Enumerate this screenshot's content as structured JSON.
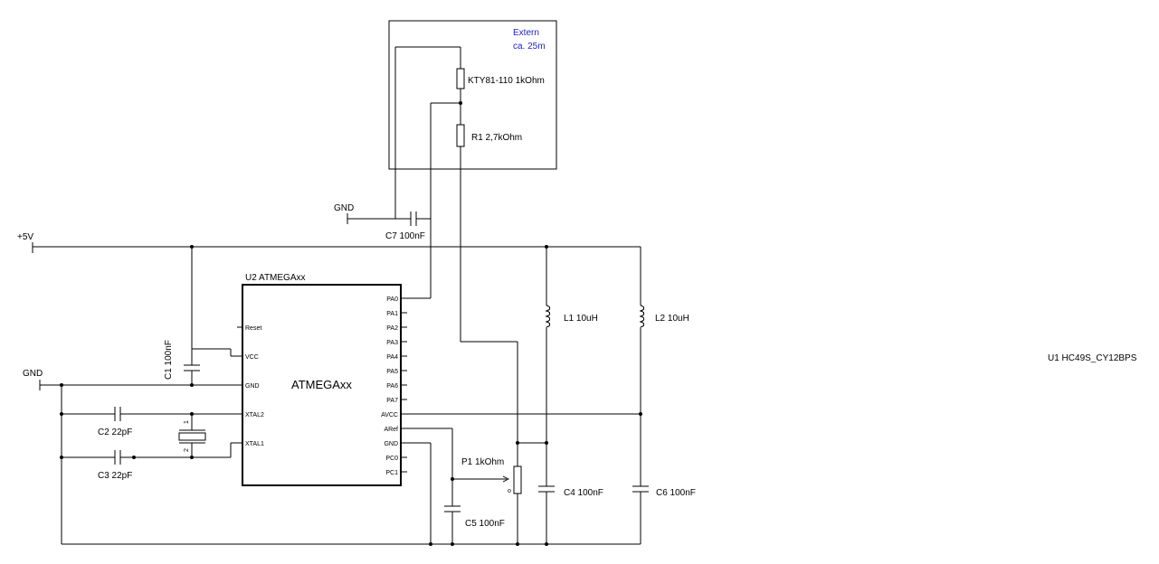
{
  "extern_box": {
    "line1": "Extern",
    "line2": "ca. 25m",
    "label_color": "#1f1fc8"
  },
  "rails": {
    "vcc": "+5V",
    "gnd_top": "GND",
    "gnd_left": "GND"
  },
  "components": {
    "kty": "KTY81-110 1kOhm",
    "r1": "R1 2,7kOhm",
    "c7": "C7 100nF",
    "c1": "C1 100nF",
    "c2": "C2 22pF",
    "c3": "C3 22pF",
    "c4": "C4 100nF",
    "c5": "C5 100nF",
    "c6": "C6 100nF",
    "l1": "L1 10uH",
    "l2": "L2 10uH",
    "p1": "P1 1kOhm",
    "u1": "U1 HC49S_CY12BPS",
    "crystal_pin1": "1",
    "crystal_pin2": "2",
    "pot_mark": "o"
  },
  "chip": {
    "ref": "U2 ATMEGAxx",
    "name": "ATMEGAxx",
    "left_pins": [
      "Reset",
      "VCC",
      "GND",
      "XTAL2",
      "XTAL1"
    ],
    "right_pins": [
      "PA0",
      "PA1",
      "PA2",
      "PA3",
      "PA4",
      "PA5",
      "PA6",
      "PA7",
      "AVCC",
      "ARef",
      "GND",
      "PC0",
      "PC1"
    ]
  }
}
